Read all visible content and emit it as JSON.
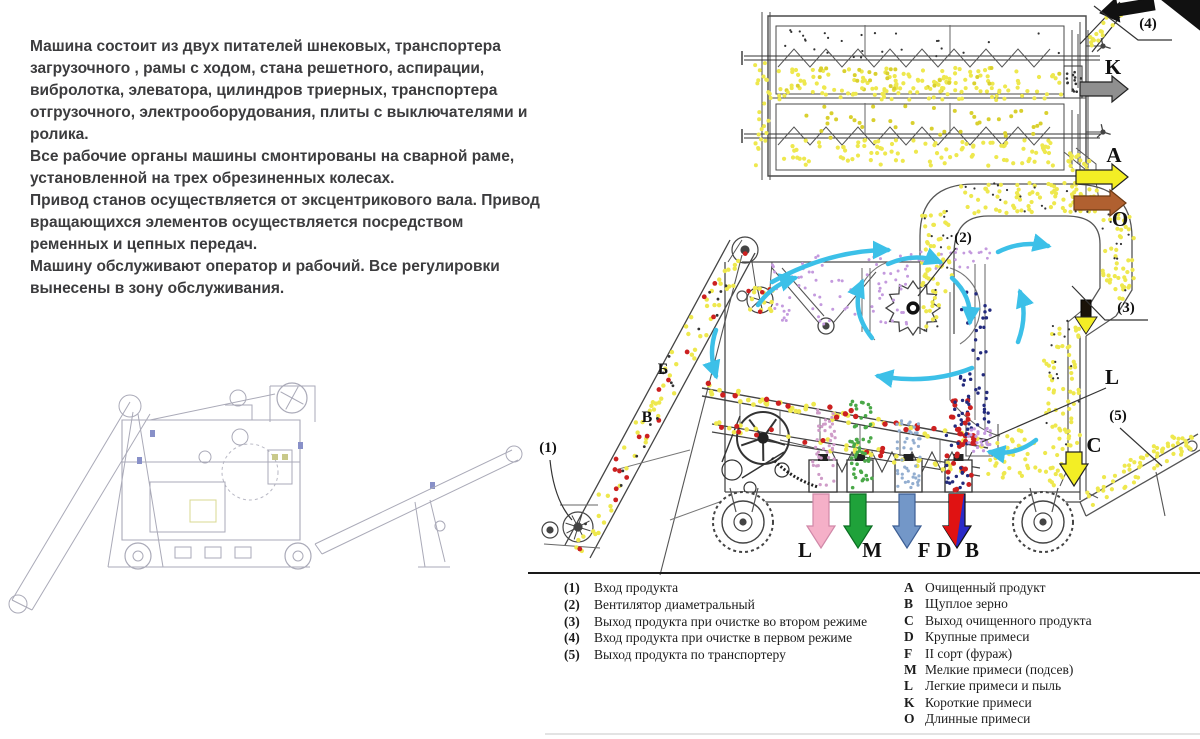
{
  "intro": {
    "paragraphs": [
      "Машина состоит из двух питателей шнековых, транспортера загрузочного , рамы с ходом, стана решетного, аспирации, вибролотка, элеватора, цилиндров триерных, транспортера отгрузочного, электрооборудования, плиты с выключателями  и ролика.",
      "Все рабочие органы машины смонтированы на сварной раме, установленной на трех обрезиненных колесах.",
      "Привод станов осуществляется от эксцентрикового вала. Привод вращающихся элементов осуществляется посредством ременных и цепных передач.",
      "Машину обслуживают оператор и рабочий. Все регулировки вынесены в зону обслуживания."
    ]
  },
  "diagram": {
    "labels": {
      "c1": "(1)",
      "c2": "(2)",
      "c3": "(3)",
      "c4": "(4)",
      "c5": "(5)",
      "k": "K",
      "a": "A",
      "o": "O",
      "c": "C",
      "l_side": "L",
      "l": "L",
      "m": "M",
      "f": "F",
      "d": "D",
      "b": "B",
      "be": "Б",
      "ve": "В"
    },
    "colors": {
      "grain_yellow": "#eee84e",
      "impurity_red": "#cc2020",
      "dust_purple": "#c49ade",
      "air_cyan": "#3cc0e8",
      "arrow_gray": "#8f8f8f",
      "arrow_yellow": "#f3ee25",
      "arrow_brown": "#b06030",
      "arrow_pink": "#f5b0c8",
      "arrow_green": "#1fa23a",
      "arrow_steel_blue": "#7397c8",
      "arrow_red": "#e01212",
      "arrow_dark_blue": "#2a2ac8"
    }
  },
  "legend": {
    "numbered": [
      {
        "key": "(1)",
        "text": "Вход продукта"
      },
      {
        "key": "(2)",
        "text": "Вентилятор диаметральный"
      },
      {
        "key": "(3)",
        "text": "Выход продукта при очистке во втором режиме"
      },
      {
        "key": "(4)",
        "text": "Вход продукта при очистке в первом режиме"
      },
      {
        "key": "(5)",
        "text": "Выход продукта по транспортеру"
      }
    ],
    "lettered": [
      {
        "key": "A",
        "text": "Очищенный продукт"
      },
      {
        "key": "B",
        "text": "Щуплое зерно"
      },
      {
        "key": "C",
        "text": "Выход очищенного продукта"
      },
      {
        "key": "D",
        "text": "Крупные примеси"
      },
      {
        "key": "F",
        "text": "II сорт (фураж)"
      },
      {
        "key": "M",
        "text": "Мелкие примеси (подсев)"
      },
      {
        "key": "L",
        "text": "Легкие примеси и пыль"
      },
      {
        "key": "K",
        "text": "Короткие примеси"
      },
      {
        "key": "O",
        "text": "Длинные примеси"
      }
    ]
  }
}
